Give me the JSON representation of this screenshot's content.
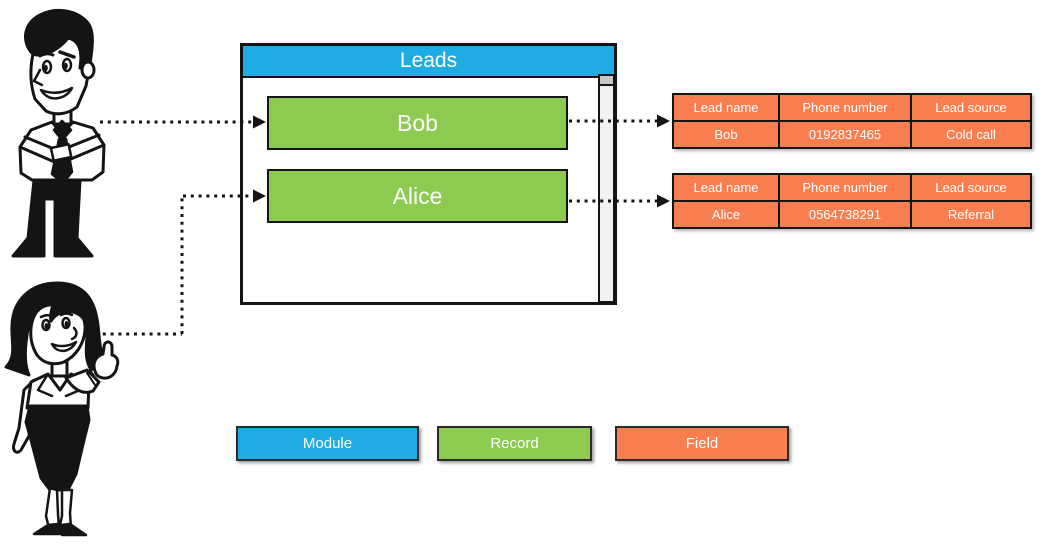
{
  "window": {
    "title": "Leads",
    "records": [
      {
        "label": "Bob"
      },
      {
        "label": "Alice"
      }
    ]
  },
  "field_tables": [
    {
      "headers": [
        "Lead name",
        "Phone number",
        "Lead source"
      ],
      "row": [
        "Bob",
        "0192837465",
        "Cold call"
      ]
    },
    {
      "headers": [
        "Lead name",
        "Phone number",
        "Lead source"
      ],
      "row": [
        "Alice",
        "0564738291",
        "Referral"
      ]
    }
  ],
  "legend": [
    {
      "label": "Module",
      "color": "#1FABE4"
    },
    {
      "label": "Record",
      "color": "#8CCB4F"
    },
    {
      "label": "Field",
      "color": "#F87D4F"
    }
  ],
  "figures": [
    {
      "name": "businessman-cartoon"
    },
    {
      "name": "businesswoman-cartoon"
    }
  ],
  "colors": {
    "module_blue": "#1FABE4",
    "record_green": "#8CCB4F",
    "field_orange": "#F87D4F",
    "outline": "#141414"
  }
}
